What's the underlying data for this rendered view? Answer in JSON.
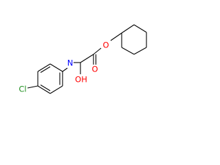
{
  "colors": {
    "background": "#ffffff",
    "bond": "#000000",
    "oxygen": "#ff0000",
    "nitrogen": "#0000ff",
    "chlorine": "#1f8f1f"
  },
  "atoms": {
    "ester_oxygen": "O",
    "carbonyl_oxygen": "O",
    "amide_nitrogen": "N",
    "hydroxyl": "OH",
    "chlorine": "Cl"
  }
}
